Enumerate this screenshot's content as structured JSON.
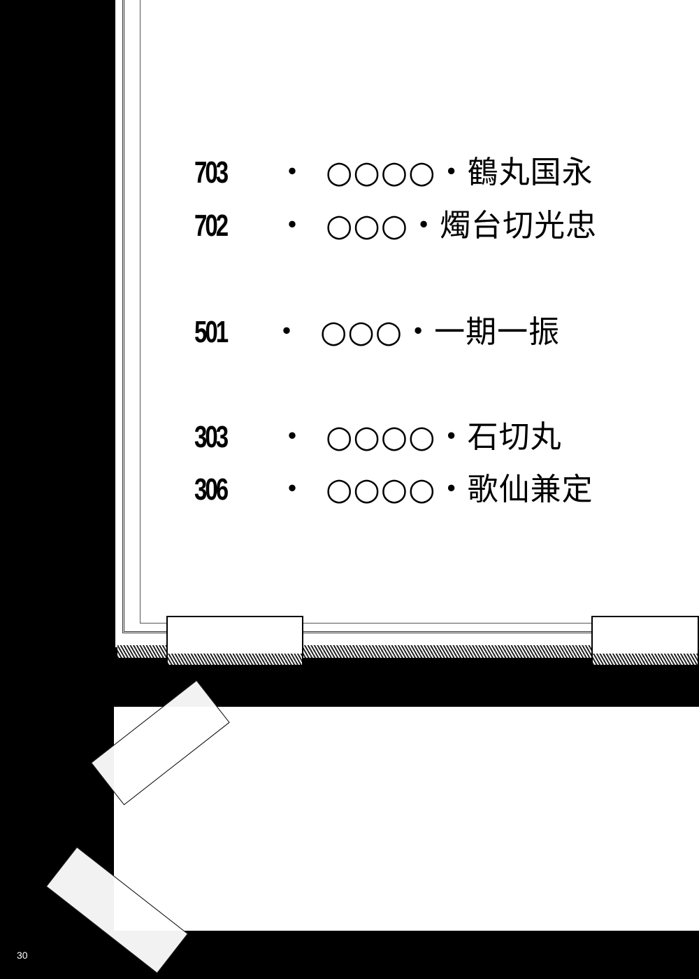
{
  "whiteboard": {
    "rows": [
      {
        "room": "703",
        "separator": "・",
        "name": "○○○○・鶴丸国永"
      },
      {
        "room": "702",
        "separator": "・",
        "name": "○○○・燭台切光忠"
      },
      {
        "room": "501",
        "separator": "・",
        "name": "○○○・一期一振"
      },
      {
        "room": "303",
        "separator": "・",
        "name": "○○○○・石切丸"
      },
      {
        "room": "306",
        "separator": "・",
        "name": "○○○○・歌仙兼定"
      }
    ]
  },
  "page_number": "30"
}
